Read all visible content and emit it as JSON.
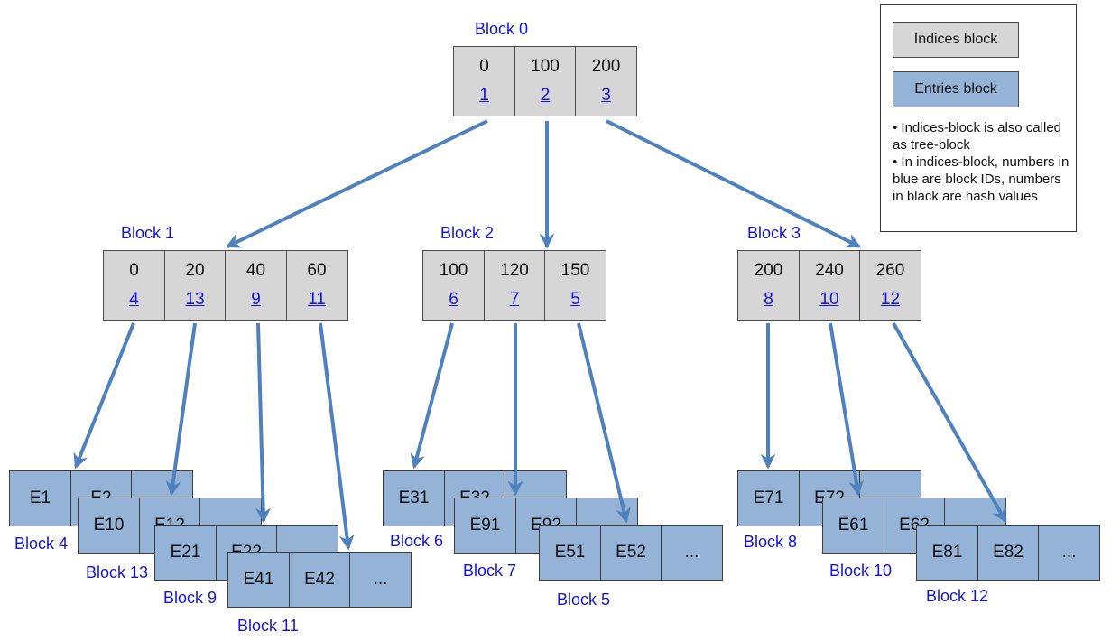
{
  "legend": {
    "indices_label": "Indices block",
    "entries_label": "Entries block",
    "notes": [
      "• Indices-block is also called as tree-block",
      "• In indices-block, numbers in blue are block IDs, numbers in black are hash values"
    ]
  },
  "index_blocks": [
    {
      "id": "b0",
      "title": "Block 0",
      "cells": [
        {
          "hash": "0",
          "child": "1"
        },
        {
          "hash": "100",
          "child": "2"
        },
        {
          "hash": "200",
          "child": "3"
        }
      ]
    },
    {
      "id": "b1",
      "title": "Block 1",
      "cells": [
        {
          "hash": "0",
          "child": "4"
        },
        {
          "hash": "20",
          "child": "13"
        },
        {
          "hash": "40",
          "child": "9"
        },
        {
          "hash": "60",
          "child": "11"
        }
      ]
    },
    {
      "id": "b2",
      "title": "Block 2",
      "cells": [
        {
          "hash": "100",
          "child": "6"
        },
        {
          "hash": "120",
          "child": "7"
        },
        {
          "hash": "150",
          "child": "5"
        }
      ]
    },
    {
      "id": "b3",
      "title": "Block 3",
      "cells": [
        {
          "hash": "200",
          "child": "8"
        },
        {
          "hash": "240",
          "child": "10"
        },
        {
          "hash": "260",
          "child": "12"
        }
      ]
    }
  ],
  "entry_blocks": [
    {
      "id": "b4",
      "title": "Block 4",
      "entries": [
        "E1",
        "E2",
        ""
      ]
    },
    {
      "id": "b13",
      "title": "Block 13",
      "entries": [
        "E10",
        "E12",
        ""
      ]
    },
    {
      "id": "b9",
      "title": "Block 9",
      "entries": [
        "E21",
        "E22",
        ""
      ]
    },
    {
      "id": "b11",
      "title": "Block 11",
      "entries": [
        "E41",
        "E42",
        "..."
      ]
    },
    {
      "id": "b6",
      "title": "Block 6",
      "entries": [
        "E31",
        "E32",
        ""
      ]
    },
    {
      "id": "b7",
      "title": "Block 7",
      "entries": [
        "E91",
        "E92",
        ""
      ]
    },
    {
      "id": "b5",
      "title": "Block 5",
      "entries": [
        "E51",
        "E52",
        "..."
      ]
    },
    {
      "id": "b8",
      "title": "Block 8",
      "entries": [
        "E71",
        "E72",
        ""
      ]
    },
    {
      "id": "b10",
      "title": "Block 10",
      "entries": [
        "E61",
        "E62",
        ""
      ]
    },
    {
      "id": "b12",
      "title": "Block 12",
      "entries": [
        "E81",
        "E82",
        "..."
      ]
    }
  ],
  "colors": {
    "index_fill": "#d6d6d6",
    "entry_fill": "#95b3d7",
    "arrow": "#4f81bd",
    "block_label": "#1414d8",
    "block_id_link": "#1414e0"
  }
}
